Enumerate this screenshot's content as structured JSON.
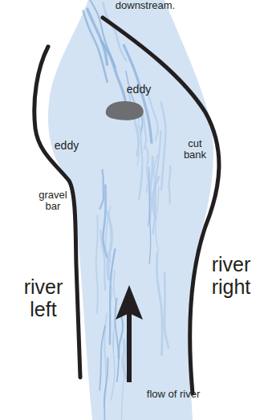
{
  "diagram": {
    "labels": [
      "downstream.",
      "eddy",
      "eddy",
      "cut bank",
      "gravel bar",
      "river left",
      "river right",
      "flow of river"
    ]
  }
}
